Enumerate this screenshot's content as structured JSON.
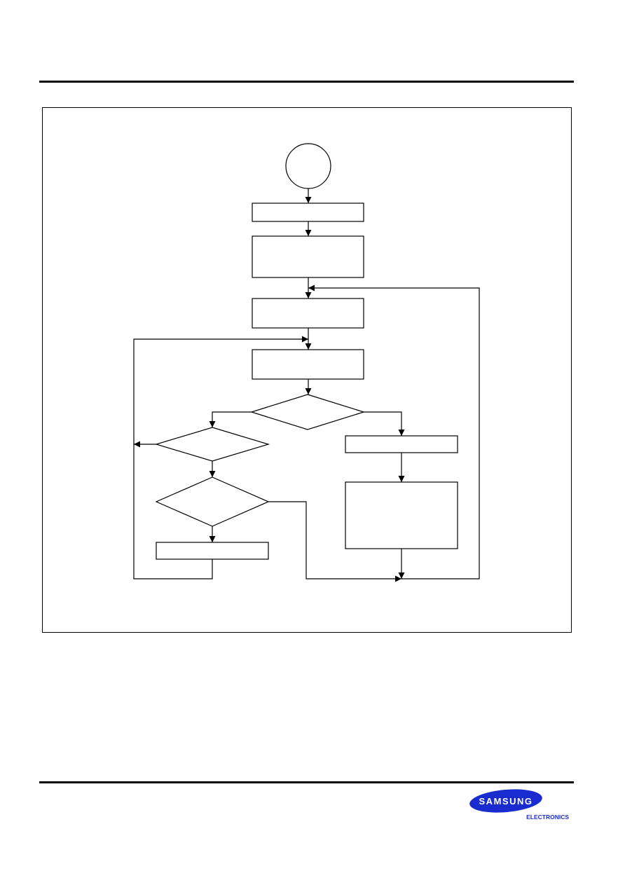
{
  "document": {
    "logo": {
      "brand_text": "SAMSUNG",
      "sub_text": "ELECTRONICS",
      "brand_color": "#1a2ccf"
    }
  },
  "flowchart": {
    "nodes": [
      {
        "id": "start",
        "shape": "circle",
        "label": ""
      },
      {
        "id": "box-1",
        "shape": "rect",
        "label": ""
      },
      {
        "id": "box-2",
        "shape": "rect",
        "label": ""
      },
      {
        "id": "box-3",
        "shape": "rect",
        "label": ""
      },
      {
        "id": "box-4",
        "shape": "rect",
        "label": ""
      },
      {
        "id": "decision-1",
        "shape": "diamond",
        "label": ""
      },
      {
        "id": "box-right-1",
        "shape": "rect",
        "label": ""
      },
      {
        "id": "box-right-2",
        "shape": "rect",
        "label": ""
      },
      {
        "id": "decision-left-1",
        "shape": "diamond",
        "label": ""
      },
      {
        "id": "decision-left-2",
        "shape": "diamond",
        "label": ""
      },
      {
        "id": "box-left",
        "shape": "rect",
        "label": ""
      }
    ]
  }
}
